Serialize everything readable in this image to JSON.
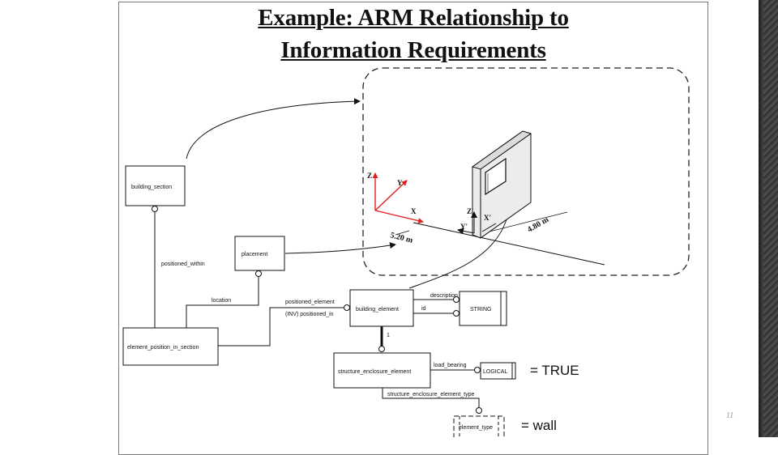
{
  "title": {
    "line1": "Example: ARM Relationship to",
    "line2": "Information Requirements"
  },
  "entities": {
    "building_section": "building_section",
    "placement": "placement",
    "element_position_in_section": "element_position_in_section",
    "building_element": "building_element",
    "string_type": "STRING",
    "structure_enclosure_element": "structure_enclosure_element",
    "logical_type": "LOGICAL",
    "element_type": "element_type"
  },
  "relationships": {
    "positioned_within": "positioned_within",
    "location": "location",
    "positioned_element": "positioned_element",
    "inv_positioned_in": "(INV) positioned_in",
    "description": "description",
    "id": "id",
    "subtype_one": "1",
    "load_bearing": "load_bearing",
    "structure_enclosure_element_type": "structure_enclosure_element_type"
  },
  "values": {
    "load_bearing_value": "= TRUE",
    "element_type_value": "= wall"
  },
  "model_view": {
    "axis_x": "X",
    "axis_y": "Y",
    "axis_z": "Z",
    "local_x": "X'",
    "local_y": "Y'",
    "local_z": "Z'",
    "distance_x": "5.20 m",
    "distance_y": "4.80 m"
  },
  "colors": {
    "axis_red": "#e02020",
    "line": "#111111",
    "wall_fill": "#d8d8d8"
  },
  "page_number": "11"
}
